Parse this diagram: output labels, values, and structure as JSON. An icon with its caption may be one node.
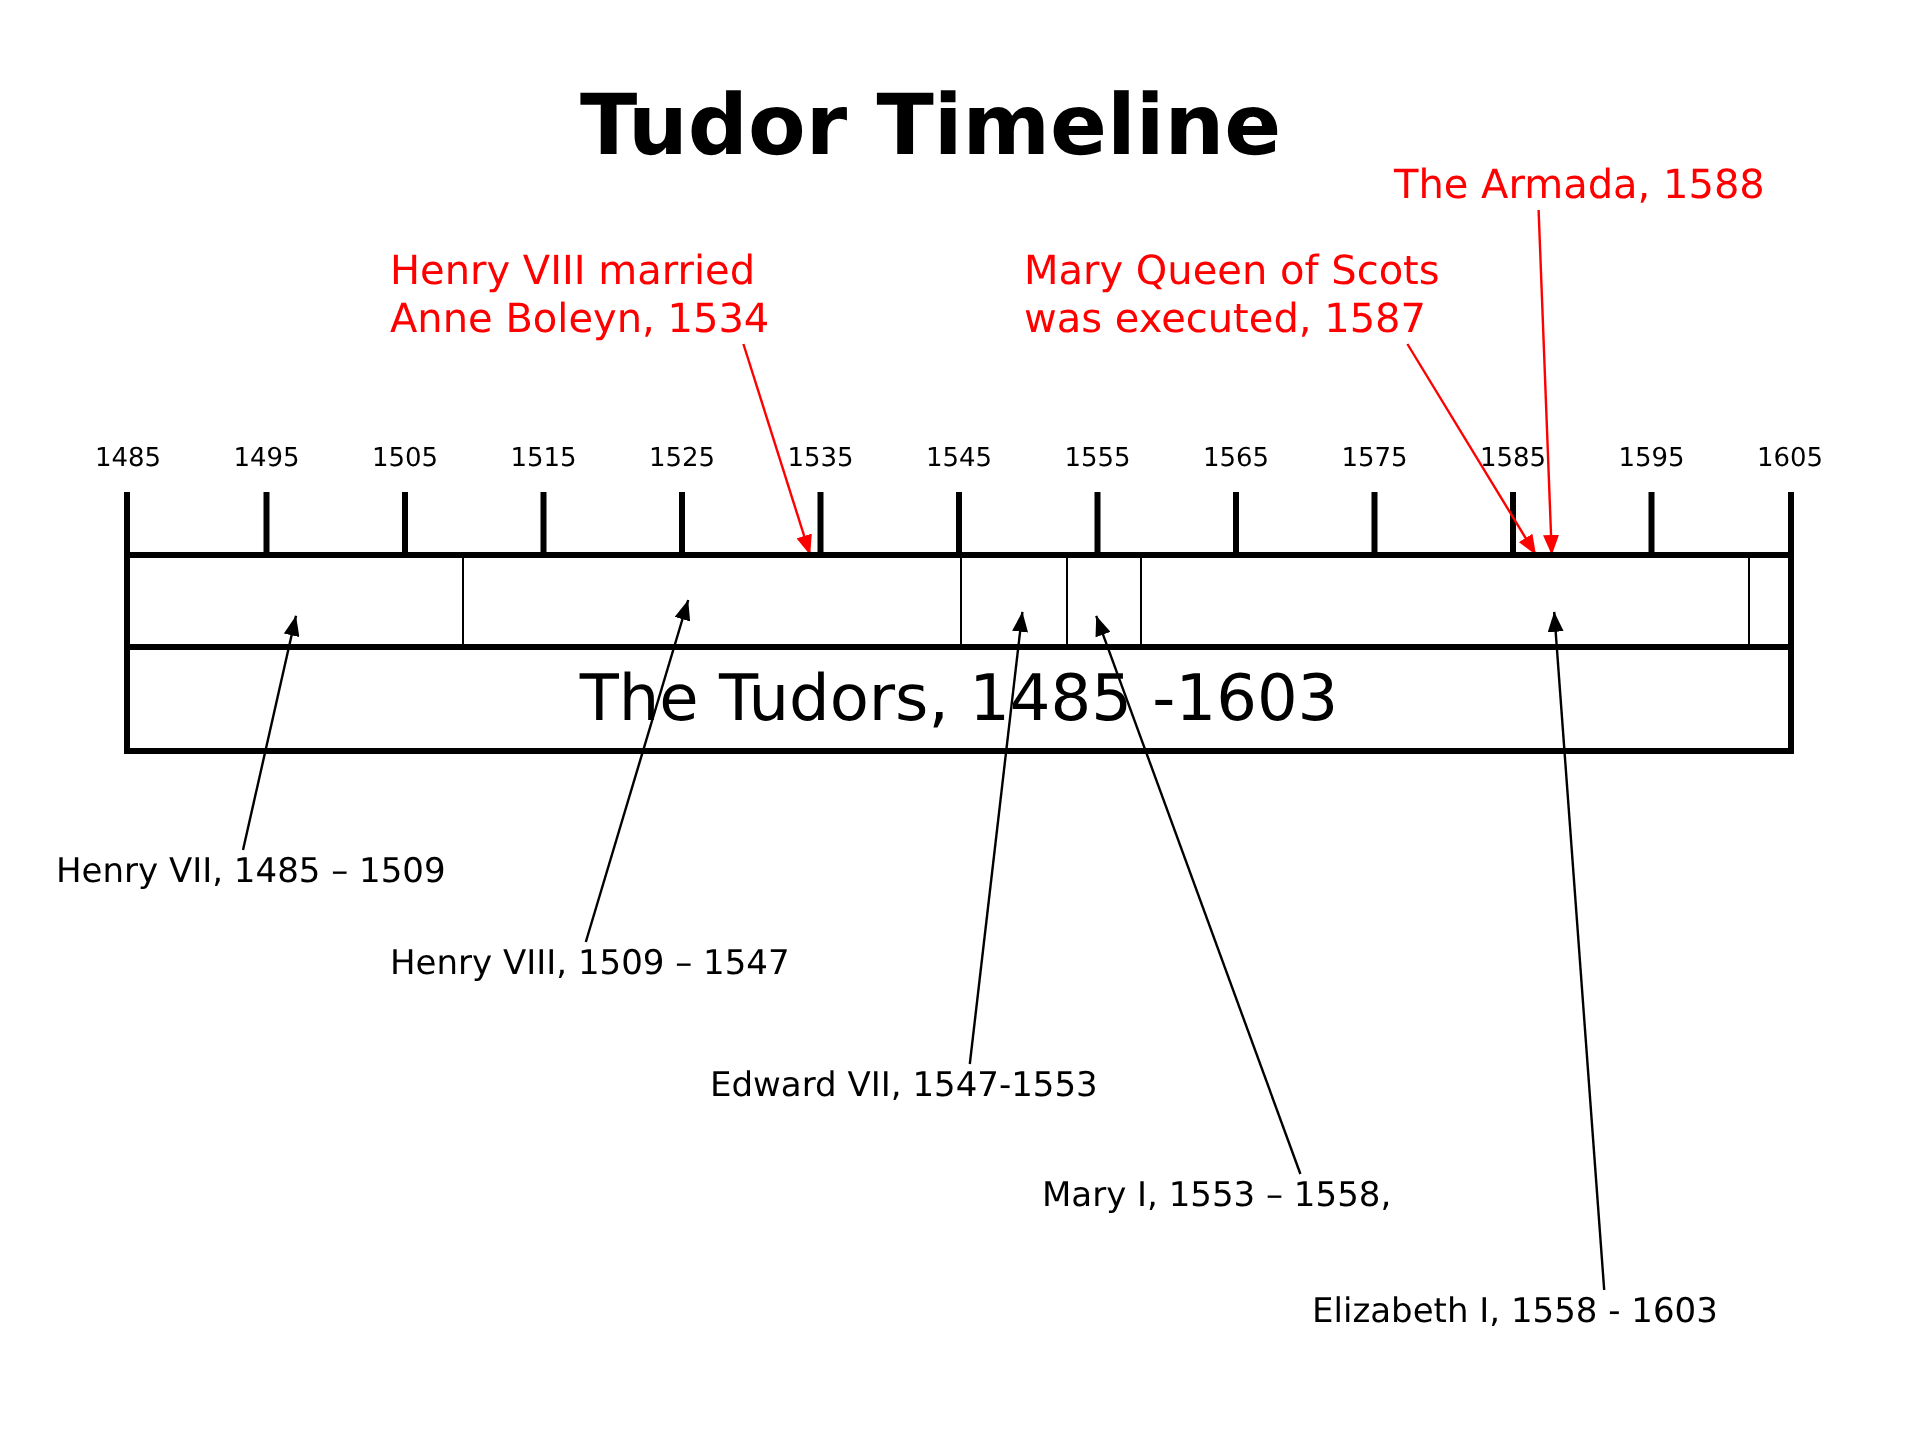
{
  "diagram": {
    "title": "Tudor Timeline",
    "nodes": [
      {
        "text": [
          "The Armada, 1588"
        ]
      },
      {
        "text": [
          "Henry VIII married Anne Boleyn, 1534"
        ]
      },
      {
        "text": [
          "Mary Queen of Scots was executed, 1587"
        ]
      },
      {
        "text": [],
        "shape": "box"
      },
      {
        "text": [],
        "shape": "box"
      },
      {
        "text": [],
        "shape": "box"
      },
      {
        "text": [],
        "shape": "box"
      },
      {
        "text": [],
        "shape": "box"
      },
      {
        "text": [
          "The Tudors, 1485 -1603"
        ]
      },
      {
        "text": [
          "Henry VII, 1485 – 1509"
        ]
      },
      {
        "text": [
          "Henry VIII, 1509 – 1547"
        ]
      },
      {
        "text": [
          "Edward VII, 1547-1553"
        ]
      },
      {
        "text": [
          "Mary I, 1553 – 1558,"
        ]
      },
      {
        "text": [
          "Elizabeth I, 1558 - 1603"
        ]
      }
    ],
    "edges": [
      {
        "from": 0,
        "to": 7,
        "arrow": "to",
        "color": "#ff0000"
      },
      {
        "from": 1,
        "to": 4,
        "arrow": "to",
        "color": "#ff0000"
      },
      {
        "from": 2,
        "to": 7,
        "arrow": "to",
        "color": "#ff0000"
      },
      {
        "from": 9,
        "to": 3,
        "arrow": "to"
      },
      {
        "from": 10,
        "to": 4,
        "arrow": "to"
      },
      {
        "from": 11,
        "to": 5,
        "arrow": "to"
      },
      {
        "from": 12,
        "to": 6,
        "arrow": "to"
      },
      {
        "from": 13,
        "to": 7,
        "arrow": "to"
      }
    ],
    "labels": [
      "1485",
      "1495",
      "1505",
      "1515",
      "1525",
      "1535",
      "1545",
      "1555",
      "1565",
      "1575",
      "1585",
      "1595",
      "1605"
    ]
  }
}
